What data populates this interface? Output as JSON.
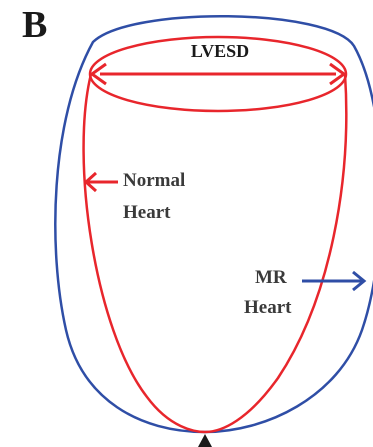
{
  "panel_label": "B",
  "labels": {
    "dimension": "LVESD",
    "normal_heart_line1": "Normal",
    "normal_heart_line2": "Heart",
    "mr_heart_line1": "MR",
    "mr_heart_line2": "Heart"
  },
  "colors": {
    "normal_heart": "#e8262c",
    "mr_heart": "#2f4ea6",
    "text": "#1a1a1a",
    "background": "#ffffff"
  }
}
